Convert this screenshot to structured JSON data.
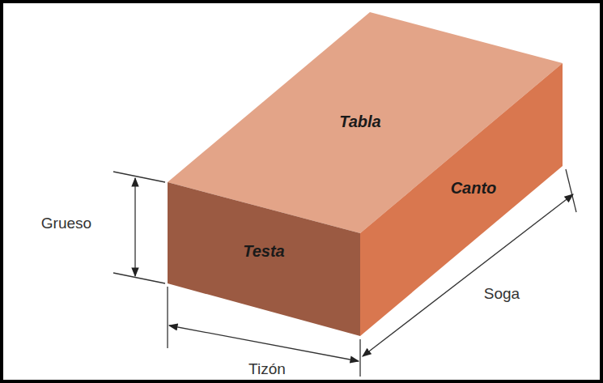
{
  "diagram": {
    "labels": [
      "Tabla",
      "Canto",
      "Testa",
      "Grueso",
      "Tizón",
      "Soga"
    ]
  }
}
